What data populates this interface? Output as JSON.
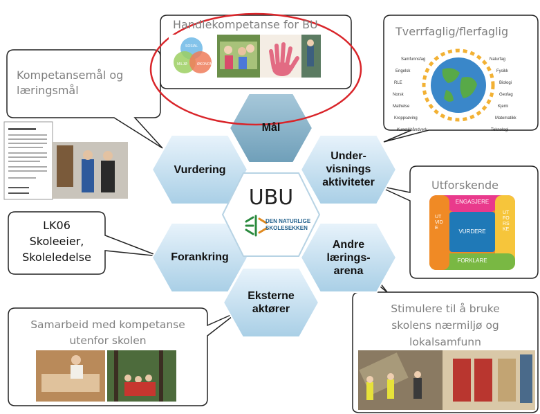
{
  "center": {
    "title": "UBU",
    "logo_line1": "DEN NATURLIGE",
    "logo_line2": "SKOLESEKKEN"
  },
  "hexagons": {
    "maal": "Mål",
    "undervisning": "Under-\nvisnings\naktiviteter",
    "andre": "Andre\nlærings-\narena",
    "eksterne": "Eksterne\naktører",
    "forankring": "Forankring",
    "vurdering": "Vurdering"
  },
  "callouts": {
    "handle": "Handlekompetanse for BU",
    "tverr": "Tverrfaglig/flerfaglig",
    "kompetanse": "Kompetansemål og\nlæringsmål",
    "utforskende": "Utforskende",
    "lk06": "LK06\nSkoleeier,\nSkoleledelse",
    "samarbeid": "Samarbeid med kompetanse\nutenfor skolen",
    "stimulere": "Stimulere til å bruke\nskolens nærmiljø og\nlokalsamfunn"
  },
  "venn": {
    "sosial": "SOSIAL",
    "miljo": "MILJØ",
    "okonomi": "ØKONOMI"
  },
  "subjects_left": [
    "Samfunnsfag",
    "Engelsk",
    "RLE",
    "Norsk",
    "Mathelse",
    "Kroppsøving",
    "Kunst&håndverk"
  ],
  "subjects_right": [
    "Naturfag",
    "Fysikk",
    "Biologi",
    "Geofag",
    "Kjemi",
    "Matematikk",
    "Teknologi"
  ],
  "puzzle": {
    "top": "ENGASJERE",
    "left": "UTVIDE",
    "right": "UTFORSKE",
    "bottom": "FORKLARE",
    "center": "VURDERE"
  },
  "colors": {
    "hex_fill": "#cfe6f4",
    "hex_center": "#7fb0c9",
    "ellipse": "#d9252a",
    "puzzle_top": "#e93a8c",
    "puzzle_right": "#f6c53b",
    "puzzle_bottom": "#79b843",
    "puzzle_left": "#f08a25",
    "puzzle_center": "#1f79b7"
  }
}
